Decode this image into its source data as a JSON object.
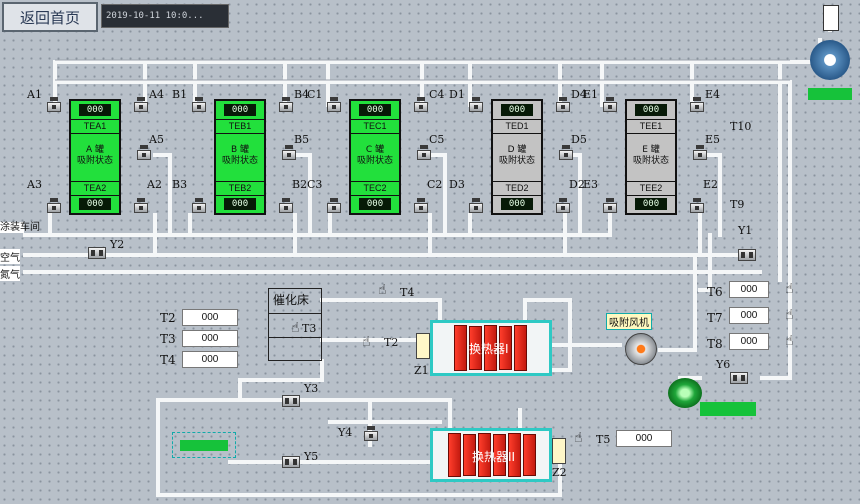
{
  "header": {
    "back_button": "返回首页",
    "datetime": "2019-10-11 10:0..."
  },
  "towers": [
    {
      "id": "A",
      "state": "on",
      "top_display": "000",
      "bottom_display": "000",
      "upper_label": "TEA1",
      "lower_label": "TEA2",
      "status_line1": "A 罐",
      "status_line2": "吸附状态"
    },
    {
      "id": "B",
      "state": "on",
      "top_display": "000",
      "bottom_display": "000",
      "upper_label": "TEB1",
      "lower_label": "TEB2",
      "status_line1": "B 罐",
      "status_line2": "吸附状态"
    },
    {
      "id": "C",
      "state": "on",
      "top_display": "000",
      "bottom_display": "000",
      "upper_label": "TEC1",
      "lower_label": "TEC2",
      "status_line1": "C 罐",
      "status_line2": "吸附状态"
    },
    {
      "id": "D",
      "state": "off",
      "top_display": "000",
      "bottom_display": "000",
      "upper_label": "TED1",
      "lower_label": "TED2",
      "status_line1": "D 罐",
      "status_line2": "吸附状态"
    },
    {
      "id": "E",
      "state": "off",
      "top_display": "000",
      "bottom_display": "000",
      "upper_label": "TEE1",
      "lower_label": "TEE2",
      "status_line1": "E 罐",
      "status_line2": "吸附状态"
    }
  ],
  "valve_labels": {
    "A1": "A1",
    "A2": "A2",
    "A3": "A3",
    "A4": "A4",
    "A5": "A5",
    "B1": "B1",
    "B2": "B2",
    "B3": "B3",
    "B4": "B4",
    "B5": "B5",
    "C1": "C1",
    "C2": "C2",
    "C3": "C3",
    "C4": "C4",
    "C5": "C5",
    "D1": "D1",
    "D2": "D2",
    "D3": "D3",
    "D4": "D4",
    "D5": "D5",
    "E1": "E1",
    "E2": "E2",
    "E3": "E3",
    "E4": "E4",
    "E5": "E5",
    "Y1": "Y1",
    "Y2": "Y2",
    "Y3": "Y3",
    "Y4": "Y4",
    "Y5": "Y5",
    "Y6": "Y6",
    "T9": "T9",
    "T10": "T10"
  },
  "inlets": {
    "paint": "涂装车间",
    "air": "空气",
    "nitrogen": "氮气"
  },
  "temps_left": [
    {
      "label": "T2",
      "value": "000"
    },
    {
      "label": "T3",
      "value": "000"
    },
    {
      "label": "T4",
      "value": "000"
    }
  ],
  "temps_right": [
    {
      "label": "T6",
      "value": "000"
    },
    {
      "label": "T7",
      "value": "000"
    },
    {
      "label": "T8",
      "value": "000"
    }
  ],
  "t5": {
    "label": "T5",
    "value": "000"
  },
  "catalytic": {
    "title": "催化床",
    "t3": "T3",
    "t2": "T2",
    "t4": "T4"
  },
  "exchanger1": {
    "label": "换热器I",
    "z": "Z1"
  },
  "exchanger2": {
    "label": "换热器II",
    "z": "Z2"
  },
  "fan_label": "吸附风机",
  "colors": {
    "tower_on": "#22e03c",
    "tower_off": "#c3c3c3",
    "fin": "#e8281a",
    "hx_border": "#2ec9c4"
  }
}
